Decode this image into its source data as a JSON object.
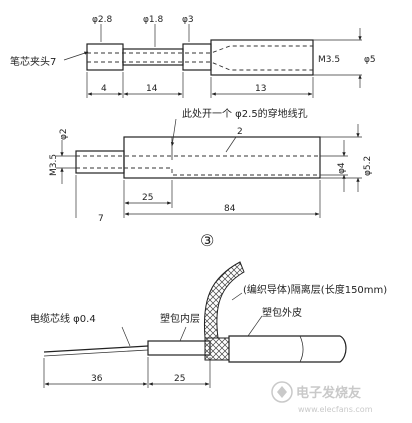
{
  "fig1": {
    "dim_phi_left": "φ2.8",
    "dim_phi_mid": "φ1.8",
    "dim_phi_right": "φ3",
    "label_clip": "笔芯夹头7",
    "thread": "M3.5",
    "dim_phi_body": "φ5",
    "len_a": "4",
    "len_b": "14",
    "len_c": "13"
  },
  "fig2": {
    "dim_phi_small": "φ2",
    "note": "此处开一个 φ2.5的穿地线孔",
    "part_no": "2",
    "thread": "M3.5",
    "dim_phi_a": "φ4",
    "dim_phi_b": "φ5.2",
    "len_25": "25",
    "len_7": "7",
    "len_84": "84",
    "figure_no": "③"
  },
  "fig3": {
    "shield": "(编织导体)隔离层(长度150mm)",
    "core": "电缆芯线  φ0.4",
    "inner": "塑包内层",
    "outer": "塑包外皮",
    "len_36": "36",
    "len_25": "25"
  },
  "watermark": {
    "brand": "电子发烧友",
    "url": "www.elecfans.com"
  }
}
